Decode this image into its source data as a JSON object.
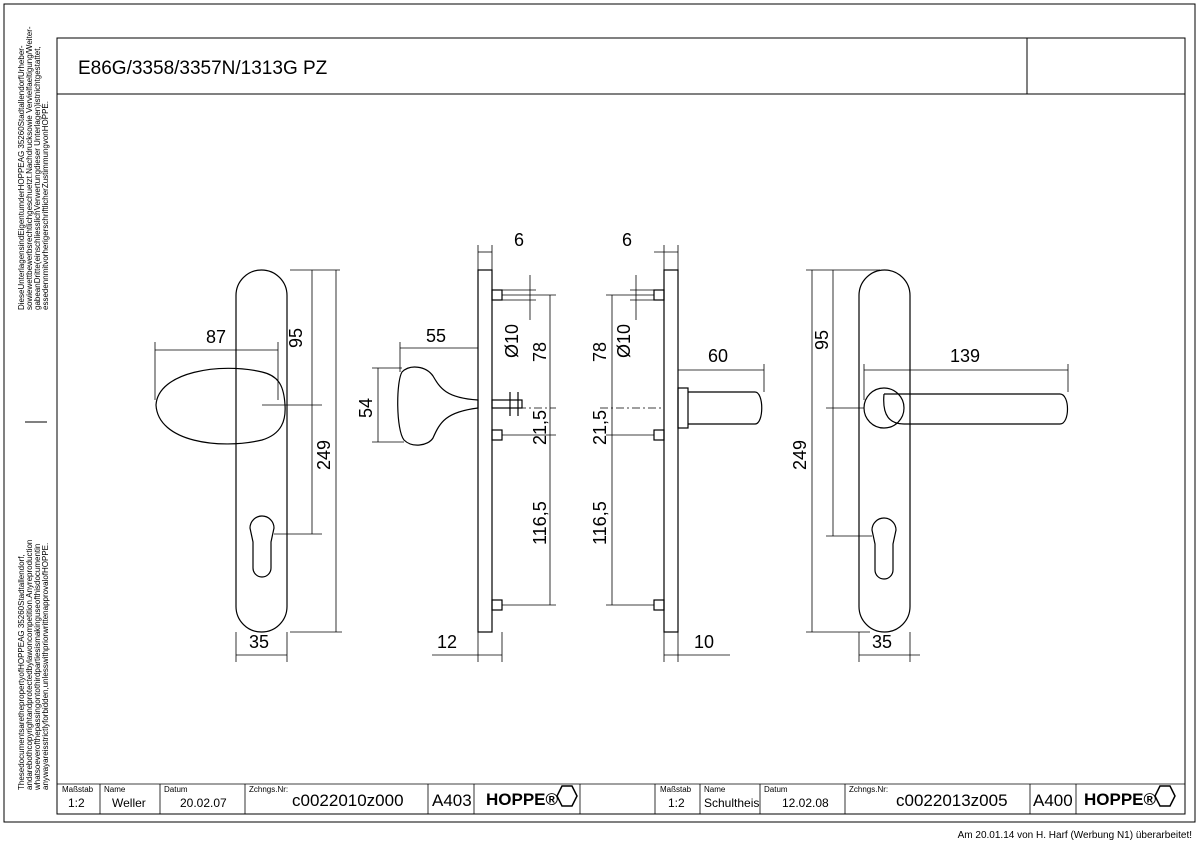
{
  "title": "E86G/3358/3357N/1313G PZ",
  "copyright_de": [
    "DieseUnterlagensindEigentumderHOPPEAG 35260StadtallendorfUrheber-",
    "sowiewettbewerbsrechtlichgeschuetzt.Nachdrucksowie Vervielfaeltigung/Weiter-",
    "gabeanDritte(einschliesslichVerwertungdieser Unterlagen)istnichtgestattet,",
    "essedennmitvorherigerschriftlicherZustimmungvonHOPPE."
  ],
  "copyright_en": [
    "ThesedocumentsarethepropertyofHOPPEAG 35260Stadtallendorf,",
    "andarebothcopyrightandprotectedbylawoncompetition.Anyreproduction",
    "whatsoeverofthepassingontothirdpartiesismakinguseofthisdocumentin",
    "anywayareisstrictlyforbidden,unlesswithpriorwrittenapprovalofHOPPE."
  ],
  "dimensions": {
    "left_width": "87",
    "left_upper": "95",
    "left_total": "249",
    "left_plate": "35",
    "knob_proj": "55",
    "knob_dia": "54",
    "side_thick_left": "6",
    "side_thick_right": "6",
    "hole_left": "Ø10",
    "hole_right": "Ø10",
    "spacing_top_left": "78",
    "spacing_top_right": "78",
    "spacing_mid_left": "21,5",
    "spacing_mid_right": "21,5",
    "spacing_bot_left": "116,5",
    "spacing_bot_right": "116,5",
    "plate_depth_left": "12",
    "plate_depth_right": "10",
    "lever_proj": "60",
    "right_lever_len": "139",
    "right_upper": "95",
    "right_total": "249",
    "right_plate": "35"
  },
  "title_block_left": {
    "scale_label": "Maßstab",
    "scale": "1:2",
    "name_label": "Name",
    "name": "Weller",
    "date_label": "Datum",
    "date": "20.02.07",
    "drawing_label": "Zchngs.Nr:",
    "drawing_no": "c0022010z000",
    "format": "A403",
    "brand": "HOPPE®"
  },
  "title_block_right": {
    "scale_label": "Maßstab",
    "scale": "1:2",
    "name_label": "Name",
    "name": "Schultheis",
    "date_label": "Datum",
    "date": "12.02.08",
    "drawing_label": "Zchngs.Nr:",
    "drawing_no": "c0022013z005",
    "format": "A400",
    "brand": "HOPPE®"
  },
  "footer_note": "Am 20.01.14 von H. Harf (Werbung N1) überarbeitet!",
  "colors": {
    "line": "#000000",
    "background": "#ffffff"
  }
}
